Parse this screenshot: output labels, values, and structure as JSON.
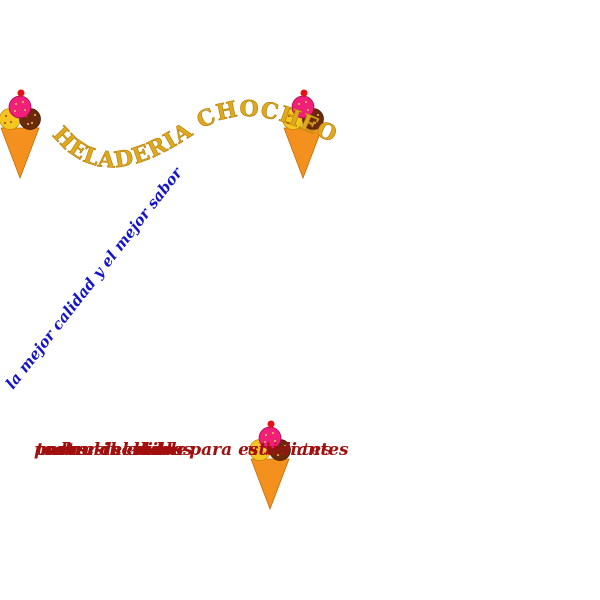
{
  "banner": {
    "title": "HELADERIA CHOCHEO",
    "title_color": "#e0a81c"
  },
  "slogan": {
    "text": "la mejor calidad y el mejor sabor",
    "color": "#1515c8"
  },
  "promo": {
    "layers": [
      "postres helados para estudiantes",
      "todas las edades",
      "menu del dia",
      "sabor increible"
    ],
    "tail": "udiantes",
    "color": "#a10f0f"
  },
  "icons": [
    "ice-cream-cone-icon",
    "ice-cream-cone-icon",
    "ice-cream-cone-icon"
  ]
}
